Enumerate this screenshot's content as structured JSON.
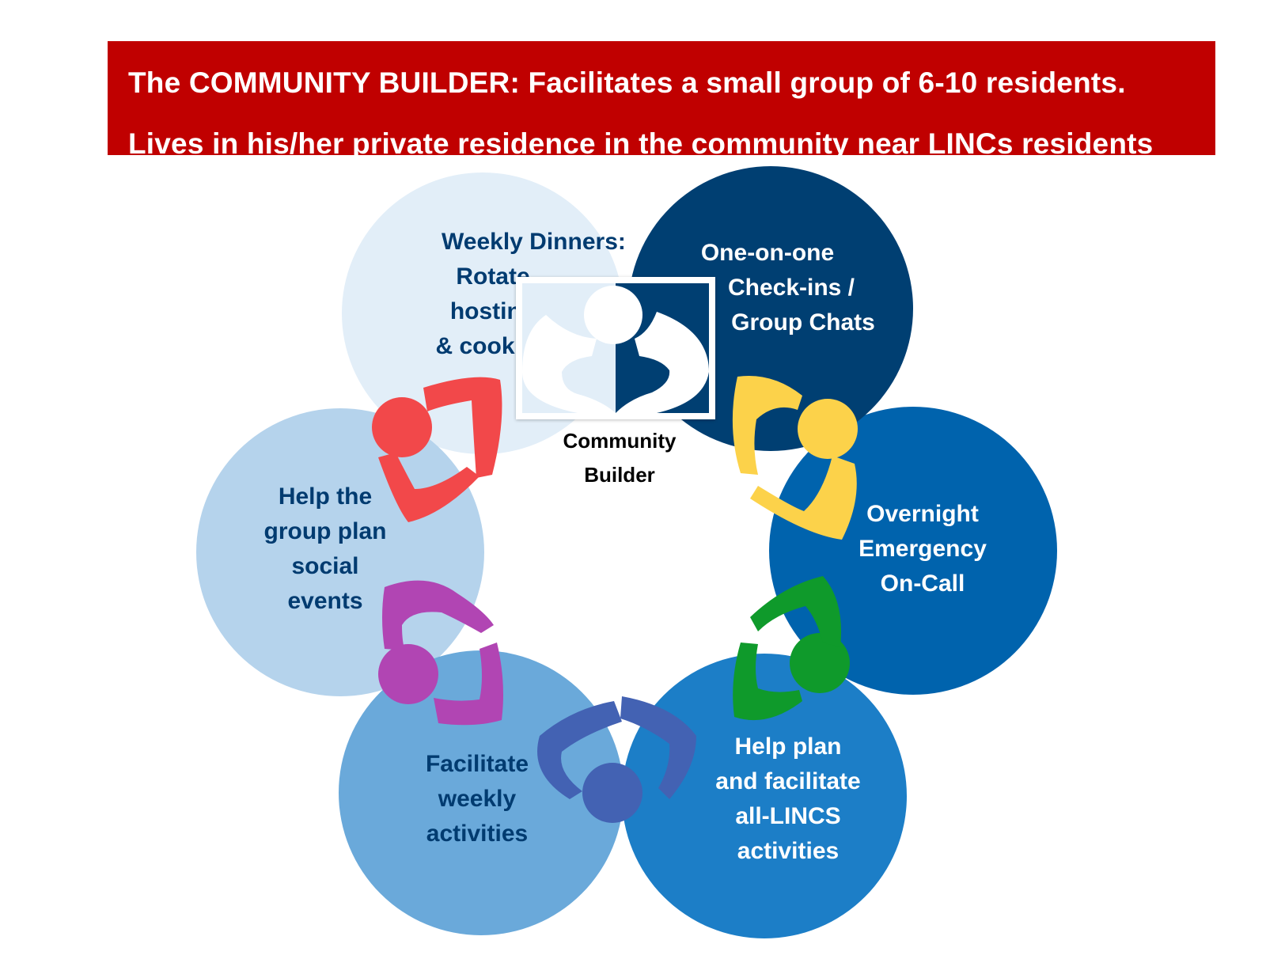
{
  "header": {
    "line1": "The COMMUNITY BUILDER:  Facilitates a small group of 6-10 residents.",
    "line2": "Lives in his/her private residence in the community near LINCs residents"
  },
  "center": {
    "label_line1": "Community",
    "label_line2": "Builder"
  },
  "roles": [
    {
      "id": "weekly-dinners",
      "lines": [
        "Weekly Dinners:",
        "Rotate",
        "hosting",
        "& cooking"
      ]
    },
    {
      "id": "check-ins",
      "lines": [
        "One-on-one",
        "Check-ins /",
        "Group Chats"
      ]
    },
    {
      "id": "overnight",
      "lines": [
        "Overnight",
        "Emergency",
        "On-Call"
      ]
    },
    {
      "id": "all-lincs",
      "lines": [
        "Help plan",
        "and facilitate",
        "all-LINCS",
        "activities"
      ]
    },
    {
      "id": "weekly-activities",
      "lines": [
        "Facilitate",
        "weekly",
        "activities"
      ]
    },
    {
      "id": "social-events",
      "lines": [
        "Help the",
        "group plan",
        "social",
        "events"
      ]
    }
  ],
  "colors": {
    "banner": "#c00000",
    "circle_light": "#e2eef8",
    "circle_navy": "#003f72",
    "circle_blue": "#0063ad",
    "circle_mid": "#1c7ec7",
    "circle_sky": "#6aa9da",
    "circle_pale": "#b5d3ec",
    "text_dark": "#003b70",
    "text_light": "#ffffff",
    "person_red": "#f2484a",
    "person_yellow": "#fcd24a",
    "person_green": "#0f9a2b",
    "person_slate": "#4362b3",
    "person_purple": "#b145b3"
  }
}
